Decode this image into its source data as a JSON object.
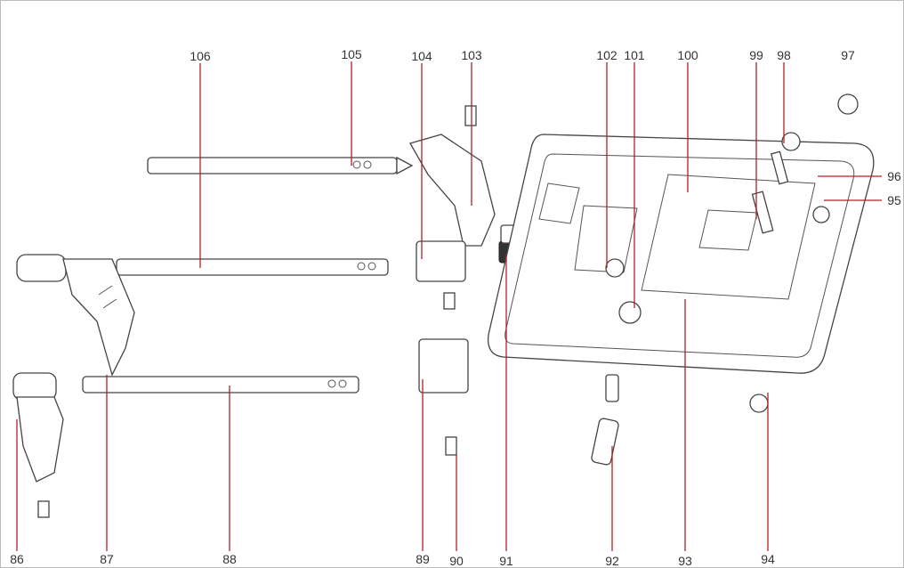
{
  "diagram": {
    "type": "exploded-parts-diagram",
    "callouts": {
      "c86": "86",
      "c87": "87",
      "c88": "88",
      "c89": "89",
      "c90": "90",
      "c91": "91",
      "c92": "92",
      "c93": "93",
      "c94": "94",
      "c95": "95",
      "c96": "96",
      "c97": "97",
      "c98": "98",
      "c99": "99",
      "c100": "100",
      "c101": "101",
      "c102": "102",
      "c103": "103",
      "c104": "104",
      "c105": "105",
      "c106": "106"
    },
    "colors": {
      "leader": "#b22222",
      "outline": "#444444"
    }
  }
}
